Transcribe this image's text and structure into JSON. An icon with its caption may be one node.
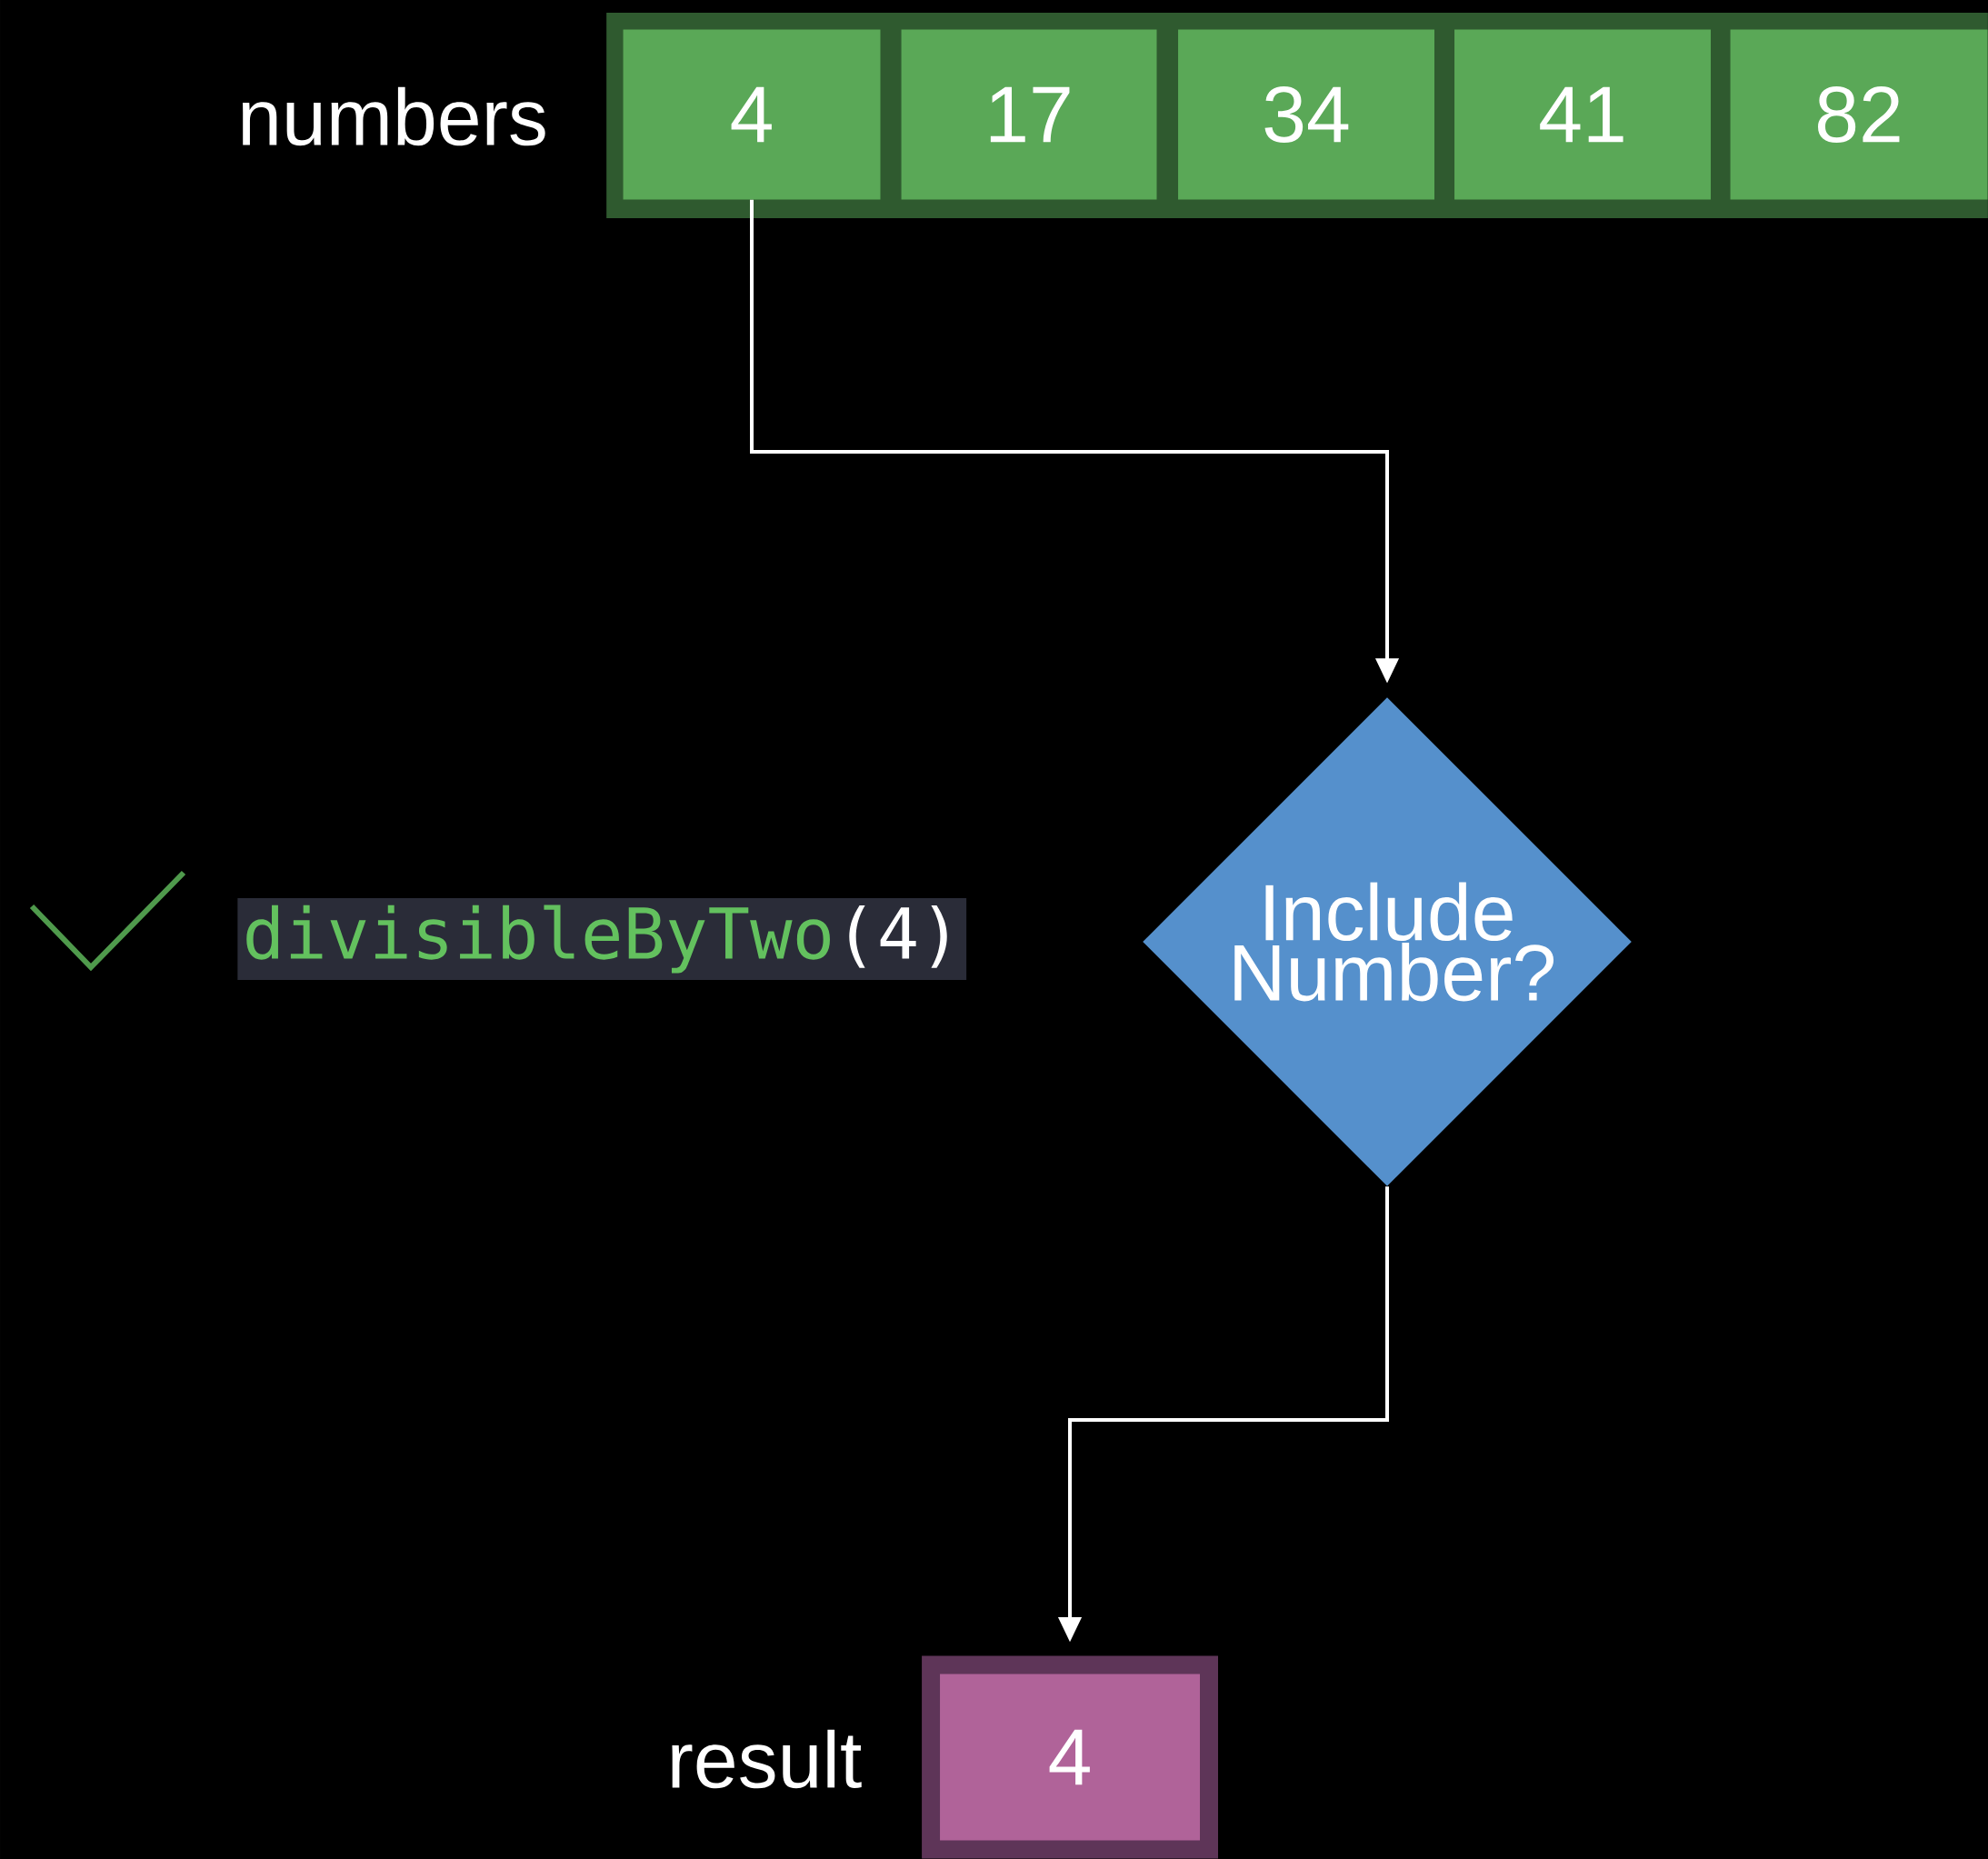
{
  "diagram": {
    "nodes": [
      {
        "text": [],
        "shape": "box",
        "beside": [
          "numbers"
        ]
      },
      {
        "text": [
          "4"
        ],
        "in": 0
      },
      {
        "text": [
          "17"
        ],
        "in": 0
      },
      {
        "text": [
          "34"
        ],
        "in": 0
      },
      {
        "text": [
          "41"
        ],
        "in": 0
      },
      {
        "text": [
          "82"
        ],
        "in": 0
      },
      {
        "text": [
          "Include Number?"
        ]
      },
      {
        "text": [
          "4"
        ],
        "beside": [
          "result"
        ]
      }
    ],
    "edges": [
      {
        "from": 1,
        "to": 6,
        "arrow": "to"
      },
      {
        "from": 6,
        "to": 7,
        "arrow": "to"
      }
    ],
    "labels": [
      "divisibleByTwo",
      "(4)"
    ]
  }
}
